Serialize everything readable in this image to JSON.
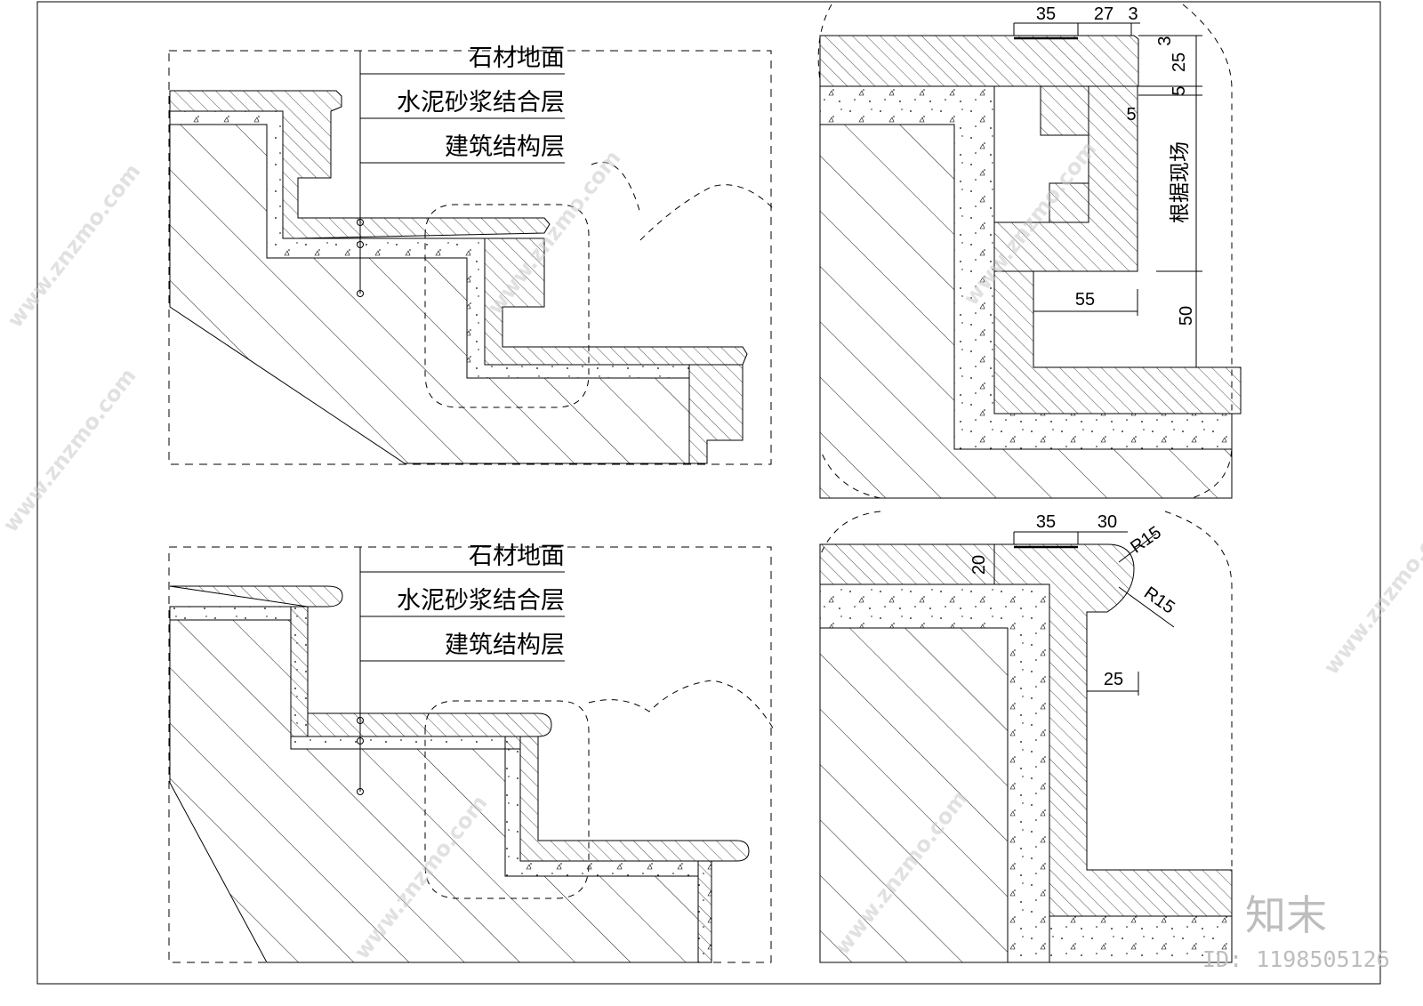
{
  "top_detail": {
    "labels": [
      "石材地面",
      "水泥砂浆结合层",
      "建筑结构层"
    ]
  },
  "bottom_detail": {
    "labels": [
      "石材地面",
      "水泥砂浆结合层",
      "建筑结构层"
    ]
  },
  "top_zoom": {
    "dims": {
      "d35": "35",
      "d27": "27",
      "d3a": "3",
      "d3b": "3",
      "d25": "25",
      "d5a": "5",
      "d5b": "5",
      "note": "根据现场",
      "d55": "55",
      "d50": "50"
    }
  },
  "bottom_zoom": {
    "dims": {
      "d35": "35",
      "d30": "30",
      "r1": "R15",
      "r2": "R15",
      "d20": "20",
      "d25": "25"
    }
  },
  "watermark": {
    "site": "www.znzmo.com",
    "brand": "知末",
    "id": "ID: 1198505126"
  }
}
